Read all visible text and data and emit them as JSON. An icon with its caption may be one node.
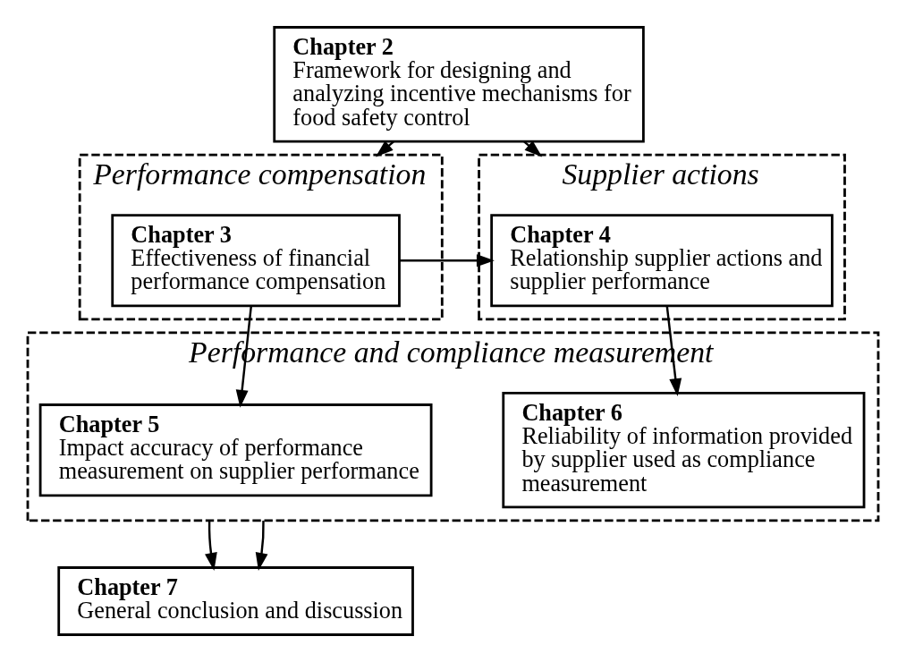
{
  "diagram": {
    "nodes": [
      {
        "text": [
          "Chapter 2",
          "Framework for designing and analyzing incentive mechanisms for food safety control"
        ]
      },
      {
        "text": [
          "Performance compensation"
        ]
      },
      {
        "text": [
          "Chapter 3",
          "Effectiveness of financial performance compensation"
        ],
        "in": 1
      },
      {
        "text": [
          "Supplier actions"
        ]
      },
      {
        "text": [
          "Chapter 4",
          "Relationship supplier actions and supplier performance"
        ],
        "in": 3
      },
      {
        "text": [
          "Performance and compliance measurement"
        ]
      },
      {
        "text": [
          "Chapter 5",
          "Impact accuracy of performance measurement on supplier performance"
        ],
        "in": 5
      },
      {
        "text": [
          "Chapter 6",
          "Reliability of information provided by supplier used as compliance measurement"
        ],
        "in": 5
      },
      {
        "text": [
          "Chapter 7",
          "General conclusion and discussion"
        ]
      }
    ],
    "edges": [
      {
        "from": 0,
        "to": 1,
        "arrow": "to"
      },
      {
        "from": 0,
        "to": 3,
        "arrow": "to"
      },
      {
        "from": 2,
        "to": 4,
        "arrow": "to"
      },
      {
        "from": 2,
        "to": 6,
        "arrow": "to"
      },
      {
        "from": 4,
        "to": 7,
        "arrow": "to"
      },
      {
        "from": 5,
        "to": 8,
        "arrow": "to"
      },
      {
        "from": 5,
        "to": 8,
        "arrow": "to"
      }
    ]
  }
}
